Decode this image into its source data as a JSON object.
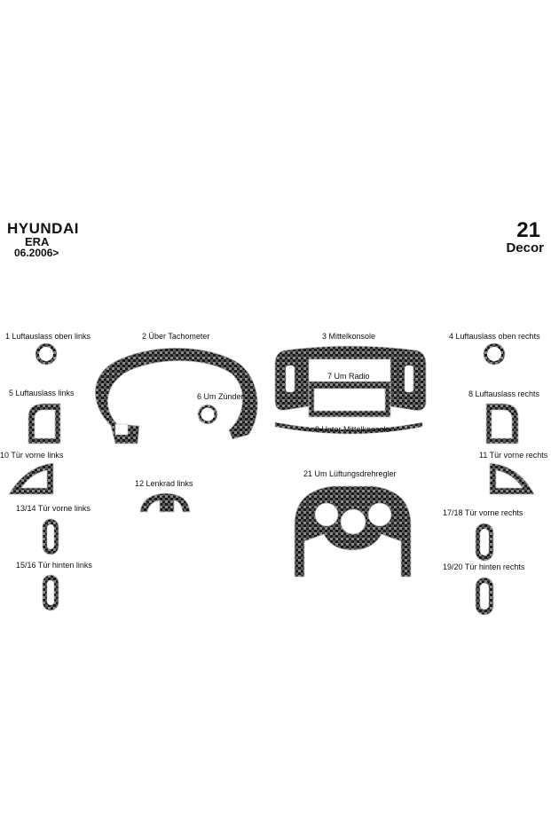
{
  "header": {
    "brand": "HYUNDAI",
    "model": "ERA",
    "date": "06.2006>",
    "set_number": "21",
    "set_name": "Decor"
  },
  "colors": {
    "carbon_dark": "#1a1a1a",
    "carbon_light": "#8a8a8a",
    "part_outline": "#bdbdbd"
  },
  "parts": [
    {
      "id": "p1",
      "label": "1  Luftauslass oben links"
    },
    {
      "id": "p2",
      "label": "2  Über Tachometer"
    },
    {
      "id": "p3",
      "label": "3  Mittelkonsole"
    },
    {
      "id": "p4",
      "label": "4  Luftauslass oben rechts"
    },
    {
      "id": "p5",
      "label": "5   Luftauslass links"
    },
    {
      "id": "p6",
      "label": "6 Um Zünder"
    },
    {
      "id": "p7",
      "label": "7  Um Radio"
    },
    {
      "id": "p8",
      "label": "8  Luftauslass rechts"
    },
    {
      "id": "p9",
      "label": "9  Unter Mittelkonsole"
    },
    {
      "id": "p10",
      "label": "10  Tür vorne links"
    },
    {
      "id": "p11",
      "label": "11  Tür vorne rechts"
    },
    {
      "id": "p12",
      "label": "12  Lenkrad links"
    },
    {
      "id": "p21",
      "label": "21  Um Lüftungsdrehregler"
    },
    {
      "id": "p13",
      "label": "13/14 Tür vorne links"
    },
    {
      "id": "p17",
      "label": "17/18 Tür vorne rechts"
    },
    {
      "id": "p15",
      "label": "15/16 Tür hinten links"
    },
    {
      "id": "p19",
      "label": "19/20 Tür hinten rechts"
    }
  ]
}
